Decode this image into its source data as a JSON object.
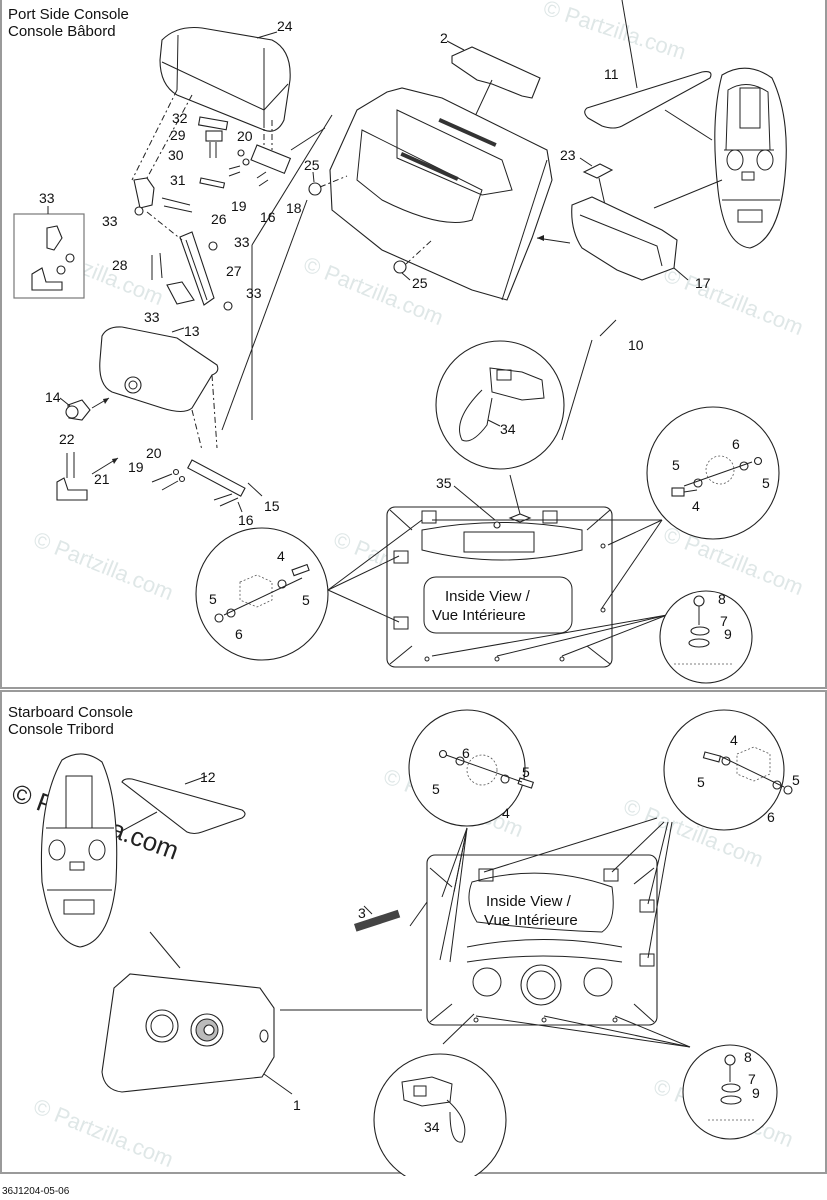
{
  "top_section": {
    "title_en": "Port Side Console",
    "title_fr": "Console Bâbord",
    "inside_view_line1": "Inside View /",
    "inside_view_line2": "Vue Intérieure",
    "callouts": {
      "c24": "24",
      "c2": "2",
      "c11": "11",
      "c32": "32",
      "c29": "29",
      "c20a": "20",
      "c30": "30",
      "c25a": "25",
      "c23": "23",
      "c31": "31",
      "c19a": "19",
      "c16a": "16",
      "c18": "18",
      "c33box": "33",
      "c33a": "33",
      "c26": "26",
      "c33b": "33",
      "c28": "28",
      "c27": "27",
      "c25b": "25",
      "c17": "17",
      "c33c": "33",
      "c33d": "33",
      "c13": "13",
      "c10": "10",
      "c14": "14",
      "c34": "34",
      "c22": "22",
      "c20b": "20",
      "c19b": "19",
      "c21": "21",
      "c15": "15",
      "c16b": "16",
      "c35": "35",
      "c6a": "6",
      "c5a": "5",
      "c5b": "5",
      "c4a": "4",
      "c4b": "4",
      "c5c": "5",
      "c5d": "5",
      "c6b": "6",
      "c8": "8",
      "c7": "7",
      "c9": "9"
    }
  },
  "bottom_section": {
    "title_en": "Starboard Console",
    "title_fr": "Console Tribord",
    "inside_view_line1": "Inside View /",
    "inside_view_line2": "Vue Intérieure",
    "callouts": {
      "c12": "12",
      "c6a": "6",
      "c5a": "5",
      "c5b": "5",
      "c4a": "4",
      "c4b": "4",
      "c5c": "5",
      "c5d": "5",
      "c6b": "6",
      "c3": "3",
      "c1": "1",
      "c34": "34",
      "c8": "8",
      "c7": "7",
      "c9": "9"
    },
    "watermark_strong": "© Partzilla.com"
  },
  "watermark": "© Partzilla.com",
  "footer_code": "36J1204-05-06"
}
